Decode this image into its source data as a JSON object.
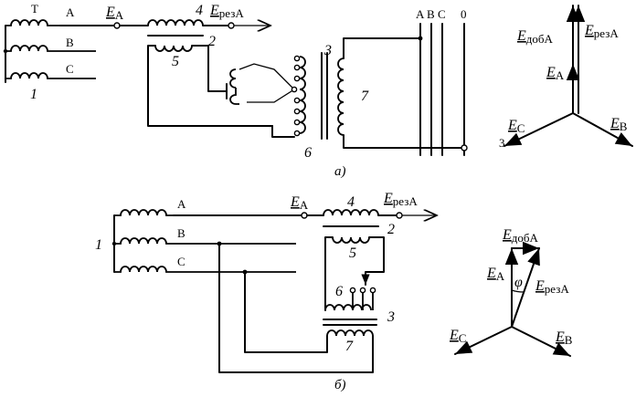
{
  "fig_a": {
    "caption": "а)",
    "phase_labels": {
      "t": "Т",
      "a": "A",
      "b": "B",
      "c": "C"
    },
    "bus_labels": [
      "A",
      "B",
      "C",
      "0"
    ],
    "numbers": {
      "n1": "1",
      "n2": "2",
      "n3": "3",
      "n4": "4",
      "n5": "5",
      "n6": "6",
      "n7": "7"
    },
    "ea": {
      "main": "E",
      "sub": "A"
    },
    "erez": {
      "main": "E",
      "sub": "резA"
    },
    "vector": {
      "edob": {
        "main": "E",
        "sub": "добA"
      },
      "erez": {
        "main": "E",
        "sub": "резA"
      },
      "ea": {
        "main": "E",
        "sub": "A"
      },
      "ec": {
        "main": "E",
        "sub": "C"
      },
      "eb": {
        "main": "E",
        "sub": "B"
      },
      "mark3": "3"
    }
  },
  "fig_b": {
    "caption": "б)",
    "phase_labels": {
      "a": "A",
      "b": "B",
      "c": "C"
    },
    "numbers": {
      "n1": "1",
      "n2": "2",
      "n3": "3",
      "n4": "4",
      "n5": "5",
      "n6": "6",
      "n7": "7"
    },
    "ea": {
      "main": "E",
      "sub": "A"
    },
    "erez": {
      "main": "E",
      "sub": "резA"
    },
    "vector": {
      "edob": {
        "main": "E",
        "sub": "добA"
      },
      "ea": {
        "main": "E",
        "sub": "A"
      },
      "erez": {
        "main": "E",
        "sub": "резA"
      },
      "ec": {
        "main": "E",
        "sub": "C"
      },
      "eb": {
        "main": "E",
        "sub": "B"
      },
      "phi": "φ"
    }
  }
}
